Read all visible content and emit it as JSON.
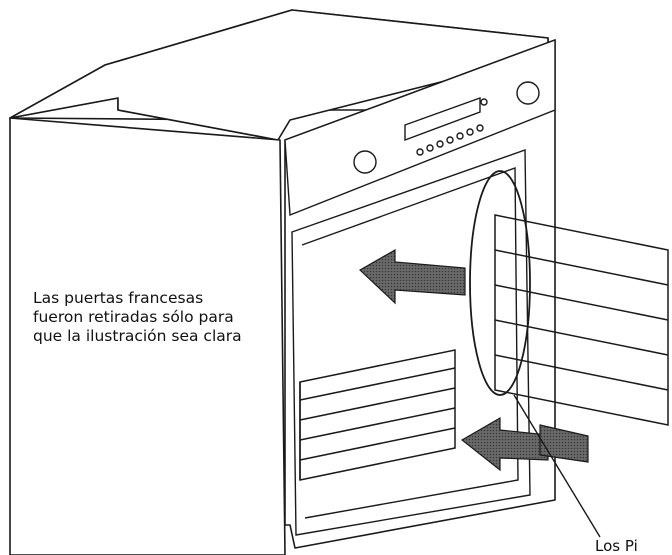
{
  "note": {
    "lines": [
      "Las puertas francesas",
      "fueron retiradas sólo para",
      "que la ilustración sea clara"
    ]
  },
  "callout": {
    "label": "Los Pi"
  },
  "colors": {
    "line": "#1a1a1a",
    "arrow_fill": "#555555",
    "panel": "#f2f2f2"
  },
  "icons": {
    "direction": "arrow-left-icon"
  }
}
